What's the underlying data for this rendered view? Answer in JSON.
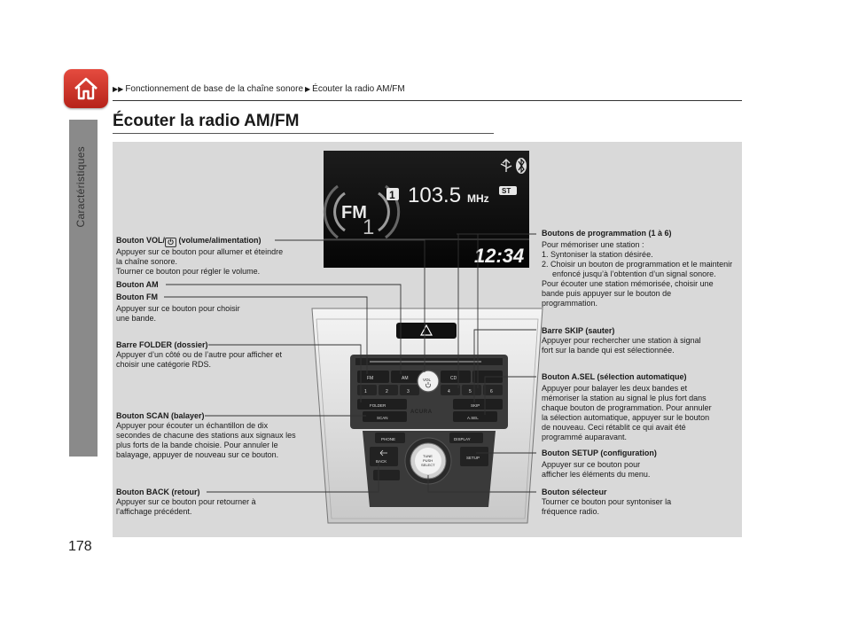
{
  "sidebar": {
    "section_label": "Caractéristiques",
    "page_number": "178"
  },
  "breadcrumb": {
    "items": [
      "Fonctionnement de base de la chaîne sonore",
      "Écouter la radio AM/FM"
    ]
  },
  "page_title": "Écouter la radio AM/FM",
  "display": {
    "preset": "1",
    "frequency": "103.5",
    "unit": "MHz",
    "stereo": "ST",
    "band": "FM",
    "band_num": "1",
    "clock": "12:34"
  },
  "unit_labels": {
    "fm": "FM",
    "am": "AM",
    "cd": "CD",
    "vol": "VOL",
    "folder": "FOLDER",
    "scan": "SCAN",
    "skip": "SKIP",
    "asel": "A.SEL",
    "phone": "PHONE",
    "display": "DISPLAY",
    "back": "BACK",
    "setup": "SETUP",
    "tune1": "TUNE",
    "tune2": "PUSH",
    "tune3": "SELECT",
    "brand": "ACURA",
    "presets": [
      "1",
      "2",
      "3",
      "4",
      "5",
      "6"
    ]
  },
  "callouts": {
    "vol": {
      "title_pre": "Bouton VOL/",
      "title_post": " (volume/alimentation)",
      "lines": [
        "Appuyer sur ce bouton pour allumer et éteindre",
        "la chaîne sonore.",
        "Tourner ce bouton pour régler le volume."
      ]
    },
    "am": {
      "title": "Bouton AM"
    },
    "fm": {
      "title": "Bouton FM",
      "lines": [
        "Appuyer sur ce bouton pour choisir",
        "une bande."
      ]
    },
    "folder": {
      "title": "Barre FOLDER (dossier)",
      "lines": [
        "Appuyer d’un côté ou de l’autre pour afficher et",
        "choisir une catégorie RDS."
      ]
    },
    "scan": {
      "title": "Bouton SCAN (balayer)",
      "lines": [
        "Appuyer pour écouter un échantillon de dix",
        "secondes de chacune des stations aux signaux les",
        "plus forts de la bande choisie. Pour annuler le",
        "balayage, appuyer de nouveau sur ce bouton."
      ]
    },
    "back": {
      "title": "Bouton BACK (retour)",
      "lines": [
        "Appuyer sur ce bouton pour retourner à",
        "l’affichage précédent."
      ]
    },
    "presets": {
      "title": "Boutons de programmation (1 à 6)",
      "intro": "Pour mémoriser une station :",
      "steps": [
        "1.  Syntoniser la station désirée.",
        "2.  Choisir un bouton de programmation et le maintenir enfoncé jusqu’à l’obtention d’un signal sonore."
      ],
      "lines": [
        "Pour écouter une station mémorisée, choisir une",
        "bande puis appuyer sur le bouton de",
        "programmation."
      ]
    },
    "skip": {
      "title": "Barre SKIP (sauter)",
      "lines": [
        "Appuyer pour rechercher une station à signal",
        "fort sur la bande qui est sélectionnée."
      ]
    },
    "asel": {
      "title": "Bouton A.SEL (sélection automatique)",
      "lines": [
        "Appuyer pour balayer les deux bandes et",
        "mémoriser la station au signal le plus fort dans",
        "chaque bouton de programmation. Pour annuler",
        "la sélection automatique, appuyer sur le bouton",
        "de nouveau. Ceci rétablit ce qui avait été",
        "programmé auparavant."
      ]
    },
    "setup": {
      "title": "Bouton SETUP (configuration)",
      "lines": [
        "Appuyer sur ce bouton pour",
        "afficher les éléments du menu."
      ]
    },
    "selector": {
      "title": "Bouton sélecteur",
      "lines": [
        "Tourner ce bouton pour syntoniser la",
        "fréquence radio."
      ]
    }
  }
}
